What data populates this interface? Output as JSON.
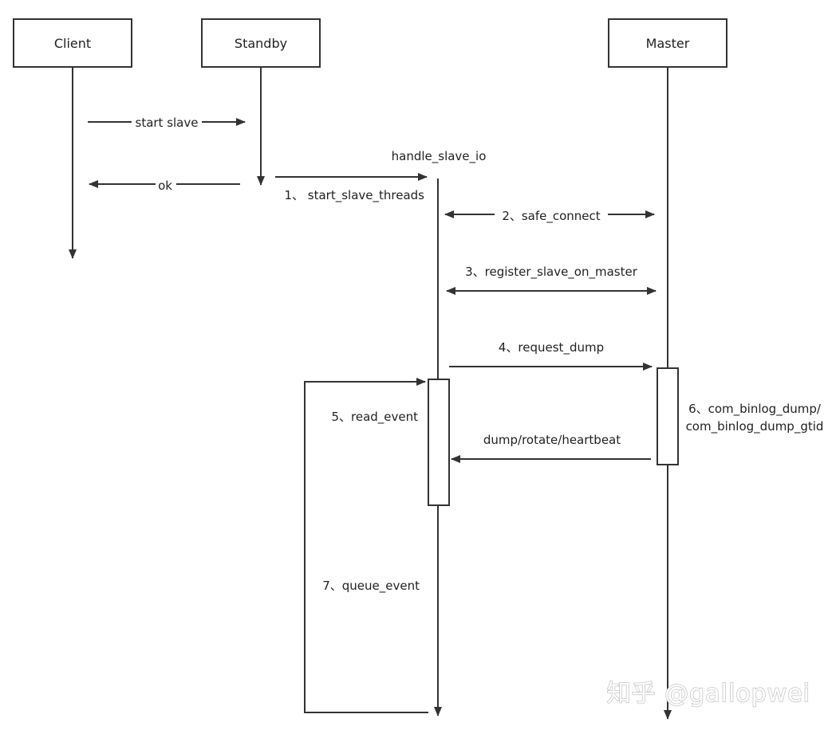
{
  "actors": {
    "client": "Client",
    "standby": "Standby",
    "master": "Master"
  },
  "messages": {
    "start_slave": "start slave",
    "ok": "ok",
    "handle_slave_io": "handle_slave_io",
    "start_slave_threads": "1、 start_slave_threads",
    "safe_connect": "2、safe_connect",
    "register_slave_on_master": "3、register_slave_on_master",
    "request_dump": "4、request_dump",
    "read_event": "5、read_event",
    "com_binlog_dump_line1": "6、com_binlog_dump/",
    "com_binlog_dump_line2": "com_binlog_dump_gtid",
    "dump_rotate_heartbeat": "dump/rotate/heartbeat",
    "queue_event": "7、queue_event"
  },
  "watermark": "知乎 @gallopwei",
  "colors": {
    "stroke": "#333333",
    "text": "#222222",
    "watermark_outline": "#c8c8c8"
  }
}
